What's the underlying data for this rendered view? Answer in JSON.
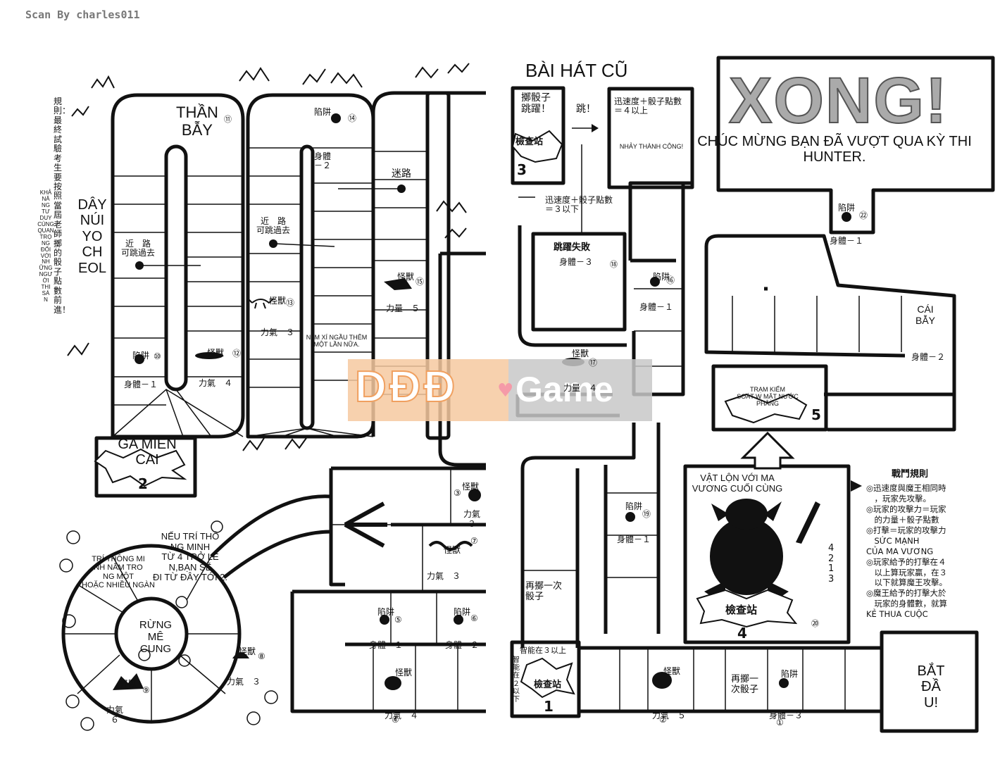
{
  "credit": "Scan By charles011",
  "header": {
    "old_song": "BÀI HÁT CŨ",
    "finish_big": "XONG!",
    "finish_message": "CHÚC MỪNG BẠN ĐÃ VƯỢT QUA KỲ THI HUNTER.",
    "start": "BẮT\nĐẦ\nU!"
  },
  "labels": {
    "trap_name": "THẦN\nBẪY",
    "trap_num": "⑪",
    "vine_name": "DÂY\nNÚI\nYO\nCH\nEOL",
    "gamien": "GA MIÊN\nCAI",
    "forest": "RỪNG MÊ\nCUNG",
    "ring_note_a": "NẾU TRÍ THÔ\nNG MINH\nTỪ 4 TRỞ LÊ\nN,BẠN SẼ\nĐI TỪ ĐÂY TỚI 2.",
    "ring_note_b": "TRÍ THÔNG MI\nNH NẰM TRO\nNG MỘT\nHOẶC NHIỀU NGÀN",
    "dice_once": "N=M XÍ NGẦU THÊM\nMỘT LẦN NỮA.",
    "rule_left_cn": "規則：最終試驗考生要按照當屆老師擲的骰子點數前進！",
    "rule_left_vi": "KHẢ\nNĂ\nNG\nTƯ\nDUY\nCÙNG\nQUAN\nTRỌ\nNG\nĐỐI\nVỚI\nNH\nỮNG\nNGƯ\nỜI\nTHI\nSÁ\nN",
    "shortcut1": "近　路\n可跳過去",
    "shortcut2": "近　路\n可跳過去",
    "maze": "迷路",
    "jump_success": "NHẢY THÀNH CÔNG!",
    "jump_cn": "擲骰子\n跳躍！",
    "jump": "跳！",
    "speed_high": "迅速度＋骰子點數\n＝４以上",
    "speed_low": "迅速度＋骰子點數\n＝３以下",
    "jump_fail": "跳躍失敗",
    "jump_fail_body": "身體－３",
    "jump_fail_num": "⑱",
    "checkpoint": "檢查站",
    "cp3": "3",
    "cp1": "1",
    "cp2": "2",
    "cp4": "4",
    "cp5": "5",
    "inspect5": "TRẠM KIỂM\nSOÁT W MẶT NƯỚC PHẲNG",
    "boss_title": "VẬT LỘN VỚI MA\nVƯƠNG CUỐI CÙNG",
    "boss_num": "⑳",
    "boss_dice": "4\n2\n1\n3",
    "reroll": "再擲一次\n骰子",
    "reroll2": "再擲一\n次骰子",
    "intel_high": "智能在３以上",
    "intel_low": "智\n能\n在\n２\n以\n下",
    "trap_box": "CÁI\nBẪY",
    "battle_title": "戰鬥規則",
    "battle_rules": "◎迅速度與魔王相同時\n　，玩家先攻擊。\n◎玩家的攻擊力＝玩家\n　的力量＋骰子點數\n◎打擊＝玩家的攻擊力\n　SỨC MẠNH\nCỦA MA VƯƠNG\n◎玩家給予的打擊在４\n　以上算玩家贏，在３\n　以下就算魔王攻擊。\n◎魔王給予的打擊大於\n　玩家的身體數，就算\nKẺ THUA CUỘC"
  },
  "cells": [
    {
      "id": "c14",
      "head": "陷阱",
      "body": "身體\n－２",
      "num": "⑭"
    },
    {
      "id": "c13",
      "head": "怪獸",
      "body": "力氣　３",
      "num": "⑬"
    },
    {
      "id": "c15",
      "head": "怪獸",
      "body": "力量　５",
      "num": "⑮"
    },
    {
      "id": "c10",
      "head": "陷阱",
      "body": "身體－１",
      "num": "⑩"
    },
    {
      "id": "c12",
      "head": "怪獸",
      "body": "力氣　４",
      "num": "⑫"
    },
    {
      "id": "c16",
      "head": "陷阱",
      "body": "身體－１",
      "num": "⑯"
    },
    {
      "id": "c17",
      "head": "怪獸",
      "body": "力量　４",
      "num": "⑰"
    },
    {
      "id": "c22",
      "head": "陷阱",
      "body": "身體－１",
      "num": "㉒"
    },
    {
      "id": "c21",
      "head": "",
      "body": "身體－２",
      "num": ""
    },
    {
      "id": "c19",
      "head": "陷阱",
      "body": "身體－１",
      "num": "⑲"
    },
    {
      "id": "c3",
      "head": "怪獸",
      "body": "力氣\n３",
      "num": "③"
    },
    {
      "id": "c7",
      "head": "怪獸",
      "body": "力氣　３",
      "num": "⑦"
    },
    {
      "id": "c5",
      "head": "陷阱",
      "body": "身體－１",
      "num": "⑤"
    },
    {
      "id": "c6",
      "head": "陷阱",
      "body": "身體－２",
      "num": "⑥"
    },
    {
      "id": "c8",
      "head": "怪獸",
      "body": "力氣　３",
      "num": "⑧"
    },
    {
      "id": "c9",
      "head": "怪獸",
      "body": "力氣\n６",
      "num": "⑨"
    },
    {
      "id": "c4",
      "head": "怪獸",
      "body": "力氣　４",
      "num": "④"
    },
    {
      "id": "c2",
      "head": "怪獸",
      "body": "力氣　５",
      "num": "②"
    },
    {
      "id": "c1",
      "head": "陷阱",
      "body": "身體－３",
      "num": "①"
    }
  ],
  "watermark": {
    "left": "DĐĐ",
    "right": "Game"
  }
}
